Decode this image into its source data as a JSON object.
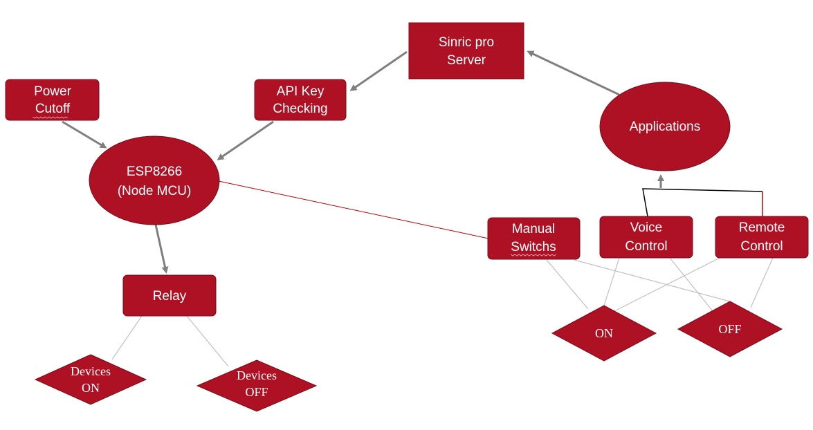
{
  "colors": {
    "node_fill": "#ad1123",
    "node_stroke": "#7a0c18",
    "text": "#ffffff",
    "arrow": "#7f7f7f",
    "thin_line": "#c0c0c0",
    "red_line": "#c00000",
    "black_line": "#000000"
  },
  "nodes": {
    "sinric_server": {
      "line1": "Sinric pro",
      "line2": "Server"
    },
    "api_key": {
      "line1": "API Key",
      "line2": "Checking"
    },
    "power_cutoff": {
      "line1": "Power",
      "line2": "Cutoff"
    },
    "esp8266": {
      "line1": "ESP8266",
      "line2": "(Node MCU)"
    },
    "applications": {
      "line1": "Applications"
    },
    "relay": {
      "line1": "Relay"
    },
    "devices_on": {
      "line1": "Devices",
      "line2": "ON"
    },
    "devices_off": {
      "line1": "Devices",
      "line2": "OFF"
    },
    "manual_switches": {
      "line1": "Manual",
      "line2": "Switchs"
    },
    "voice_control": {
      "line1": "Voice",
      "line2": "Control"
    },
    "remote_control": {
      "line1": "Remote",
      "line2": "Control"
    },
    "on_state": {
      "line1": "ON"
    },
    "off_state": {
      "line1": "OFF"
    }
  }
}
